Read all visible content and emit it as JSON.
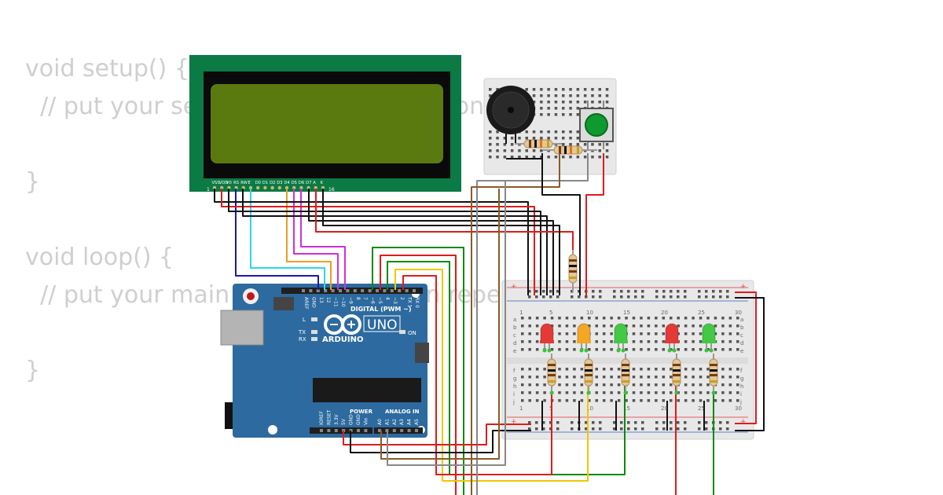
{
  "code_lines": [
    "void setup() {",
    "  // put your setup code here, to run once:",
    "",
    "}",
    "",
    "void loop() {",
    "  // put your main code here, to run repeatedly:",
    "",
    "}"
  ],
  "lcd": {
    "pin_labels": [
      "VSS",
      "VDD",
      "V0",
      "RS",
      "RW",
      "E",
      "D0",
      "D1",
      "D2",
      "D3",
      "D4",
      "D5",
      "D6",
      "D7",
      "A",
      "K"
    ],
    "pin_first": "1",
    "pin_last": "16"
  },
  "arduino": {
    "brand": "ARDUINO",
    "model": "UNO",
    "digital_label": "DIGITAL (PWM ~)",
    "power_label": "POWER",
    "analog_label": "ANALOG IN",
    "on_label": "ON",
    "l_label": "L",
    "tx_label": "TX",
    "rx_label": "RX",
    "top_pins": [
      "AREF",
      "GND",
      "13",
      "12",
      "~11",
      "~10",
      "~9",
      "8",
      "7",
      "~6",
      "~5",
      "4",
      "~3",
      "2",
      "TX 1",
      "RX 0"
    ],
    "power_pins": [
      "IOREF",
      "RESET",
      "3.3V",
      "5V",
      "GND",
      "GND",
      "Vin"
    ],
    "analog_pins": [
      "A0",
      "A1",
      "A2",
      "A3",
      "A4",
      "A5"
    ]
  },
  "breadboard": {
    "col_numbers": [
      "1",
      "5",
      "10",
      "15",
      "20",
      "25",
      "30"
    ],
    "rows_top": [
      "a",
      "b",
      "c",
      "d",
      "e"
    ],
    "rows_bottom": [
      "f",
      "g",
      "h",
      "i",
      "j"
    ],
    "plus": "+",
    "minus": "-"
  },
  "leds": [
    {
      "color": "#e53935"
    },
    {
      "color": "#f5a623"
    },
    {
      "color": "#43c943"
    },
    {
      "color": "#e53935"
    },
    {
      "color": "#43c943"
    }
  ],
  "colors": {
    "arduino_blue": "#2d6a9f",
    "lcd_green_pcb": "#0b7a45",
    "lcd_screen": "#5a7a10",
    "wire_red": "#e01b1b",
    "wire_black": "#111111",
    "wire_green": "#0a8a0a",
    "wire_yellow": "#f0c800",
    "wire_gray": "#888888",
    "wire_brown": "#8a5a2a",
    "wire_blue": "#1a1aa8",
    "wire_cyan": "#2ad8e8",
    "wire_orange": "#e8a020",
    "wire_magenta": "#d030d8"
  }
}
